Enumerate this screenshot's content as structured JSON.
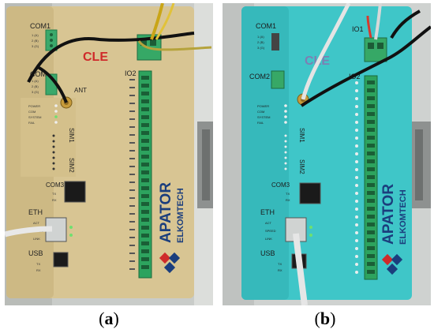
{
  "figure": {
    "panels": [
      {
        "caption_open": "(",
        "caption_letter": "a",
        "caption_close": ")",
        "device": {
          "com1": "COM1",
          "com2": "COM",
          "ant": "ANT",
          "io2": "IO2",
          "sim1": "SIM1",
          "sim2": "SIM2",
          "com3": "COM3",
          "eth": "ETH",
          "usb": "USB",
          "brand_logo": "CLE",
          "brand_line1": "APATOR",
          "brand_line2": "ELKOMTECH",
          "status_leds": [
            "POWER",
            "COM",
            "SYSTEM",
            "FAIL"
          ],
          "eth_leds": [
            "ACT",
            "SPEED",
            "LINK"
          ],
          "com3_leds": [
            "TX",
            "RX"
          ],
          "usb_leds": [
            "TX",
            "RX"
          ],
          "body_color": "#d8c593"
        }
      },
      {
        "caption_open": "(",
        "caption_letter": "b",
        "caption_close": ")",
        "device": {
          "com1": "COM1",
          "com2": "COM2",
          "ant": "",
          "io1": "IO1",
          "io2": "IO2",
          "sim1": "SIM1",
          "sim2": "SIM2",
          "com3": "COM3",
          "eth": "ETH",
          "usb": "USB",
          "brand_logo": "CLE",
          "brand_line1": "APATOR",
          "brand_line2": "ELKOMTECH",
          "status_leds": [
            "POWER",
            "COM",
            "SYSTEM",
            "FAIL"
          ],
          "eth_leds": [
            "ACT",
            "SPEED",
            "LINK"
          ],
          "com3_leds": [
            "TX",
            "RX"
          ],
          "usb_leds": [
            "TX",
            "RX"
          ],
          "body_color": "#3fc6c8"
        }
      }
    ]
  }
}
